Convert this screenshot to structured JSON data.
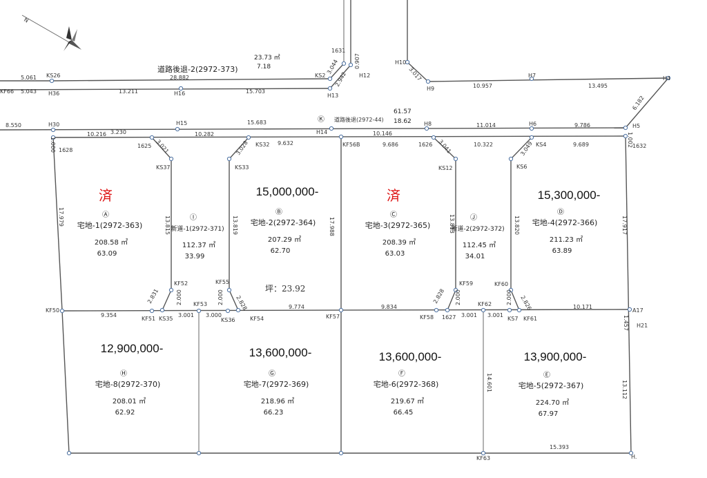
{
  "top_road": {
    "name": "道路後退-2(2972-373)",
    "area": "23.73 ㎡",
    "tsubo": "7.18"
  },
  "mid_road": {
    "marker": "Ⓚ",
    "name": "道路後退(2972-44)",
    "area": "61.57",
    "tsubo": "18.62"
  },
  "tsubo_note": "坪：23.92",
  "lots": [
    {
      "mark": "Ⓐ",
      "name": "宅地-1(2972-363)",
      "area": "208.58 ㎡",
      "tsubo": "63.09",
      "price": "",
      "status": "済"
    },
    {
      "mark": "Ⓘ",
      "name": "新道-1(2972-371)",
      "area": "112.37 ㎡",
      "tsubo": "33.99",
      "price": "",
      "status": ""
    },
    {
      "mark": "Ⓑ",
      "name": "宅地-2(2972-364)",
      "area": "207.29 ㎡",
      "tsubo": "62.70",
      "price": "15,000,000-",
      "status": ""
    },
    {
      "mark": "Ⓒ",
      "name": "宅地-3(2972-365)",
      "area": "208.39 ㎡",
      "tsubo": "63.03",
      "price": "",
      "status": "済"
    },
    {
      "mark": "Ⓙ",
      "name": "新道-2(2972-372)",
      "area": "112.45 ㎡",
      "tsubo": "34.01",
      "price": "",
      "status": ""
    },
    {
      "mark": "Ⓓ",
      "name": "宅地-4(2972-366)",
      "area": "211.23 ㎡",
      "tsubo": "63.89",
      "price": "15,300,000-",
      "status": ""
    },
    {
      "mark": "Ⓗ",
      "name": "宅地-8(2972-370)",
      "area": "208.01 ㎡",
      "tsubo": "62.92",
      "price": "12,900,000-",
      "status": ""
    },
    {
      "mark": "Ⓖ",
      "name": "宅地-7(2972-369)",
      "area": "218.96 ㎡",
      "tsubo": "66.23",
      "price": "13,600,000-",
      "status": ""
    },
    {
      "mark": "Ⓕ",
      "name": "宅地-6(2972-368)",
      "area": "219.67 ㎡",
      "tsubo": "66.45",
      "price": "13,600,000-",
      "status": ""
    },
    {
      "mark": "Ⓔ",
      "name": "宅地-5(2972-367)",
      "area": "224.70 ㎡",
      "tsubo": "67.97",
      "price": "13,900,000-",
      "status": ""
    }
  ],
  "points": {
    "KF66": "KF66",
    "KS26": "KS26",
    "H36": "H36",
    "H16": "H16",
    "KS2": "KS2",
    "H13": "H13",
    "H12": "H12",
    "1631": "1631",
    "H10": "H10",
    "H9": "H9",
    "H7": "H7",
    "H4": "H4",
    "H30": "H30",
    "H15": "H15",
    "H14": "H14",
    "H8": "H8",
    "H6": "H6",
    "H5": "H5",
    "1628": "1628",
    "1625": "1625",
    "KS37": "KS37",
    "KS32": "KS32",
    "KS33": "KS33",
    "KF56B": "KF56B",
    "1626": "1626",
    "KS12": "KS12",
    "KS4": "KS4",
    "KS6": "KS6",
    "1632": "1632",
    "KF52": "KF52",
    "KF55": "KF55",
    "KF59": "KF59",
    "KF60": "KF60",
    "KF50": "KF50",
    "KF51": "KF51",
    "KS35": "KS35",
    "KF53": "KF53",
    "KS36": "KS36",
    "KF54": "KF54",
    "KF57": "KF57",
    "KF58": "KF58",
    "1627": "1627",
    "KF62": "KF62",
    "KS7": "KS7",
    "KF61": "KF61",
    "A17": "A17",
    "H21": "H21",
    "KF63": "KF63",
    "H": "H."
  },
  "dims": {
    "d5061": "5.061",
    "d5043": "5.043",
    "d28882": "28.882",
    "d13211": "13.211",
    "d15703": "15.703",
    "d3044": "3.044",
    "d0907": "0.907",
    "d2942": "2.942",
    "d3017": "3.017",
    "d10957": "10.957",
    "d13495": "13.495",
    "d6182": "6.182",
    "d8550": "8.550",
    "d10216": "10.216",
    "d3230": "3.230",
    "d10282": "10.282",
    "d15683": "15.683",
    "d10146": "10.146",
    "d11014": "11.014",
    "d9786": "9.786",
    "d1000a": "1.000",
    "d1002": "1.002",
    "d3021": "3.021",
    "d3028": "3.028",
    "d9632": "9.632",
    "d9686": "9.686",
    "d3041": "3.041",
    "d10322": "10.322",
    "d3049": "3.049",
    "d9689": "9.689",
    "d17979": "17.979",
    "d13815": "13.815",
    "d13819": "13.819",
    "d17988": "17.988",
    "d13813": "13.813",
    "d13820": "13.820",
    "d17917": "17.917",
    "d2831": "2.831",
    "d2000a": "2.000",
    "d2000b": "2.000",
    "d2828a": "2.828",
    "d2828b": "2.828",
    "d2000c": "2.000",
    "d2000d": "2.000",
    "d2826": "2.826",
    "d9354": "9.354",
    "d3001a": "3.001",
    "d3000": "3.000",
    "d9774": "9.774",
    "d9834": "9.834",
    "d3001b": "3.001",
    "d3001c": "3.001",
    "d10171": "10.171",
    "d1457": "1.457",
    "d14601": "14.601",
    "d13112": "13.112",
    "d15393": "15.393"
  }
}
